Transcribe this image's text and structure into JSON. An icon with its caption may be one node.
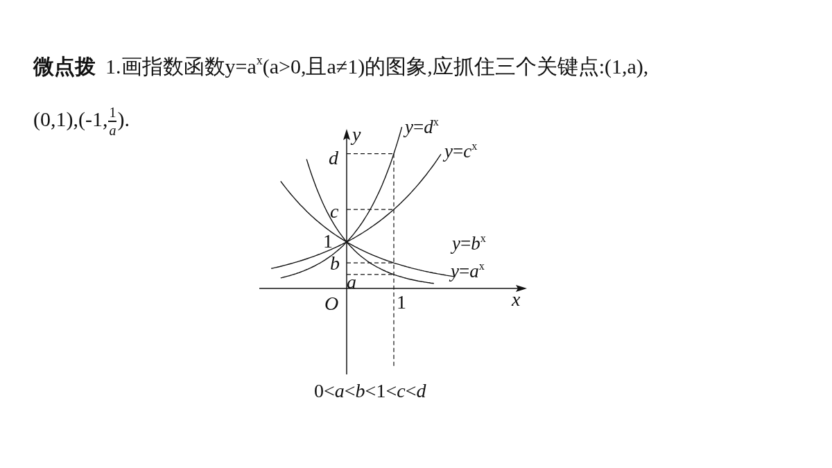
{
  "diagram": {
    "labels": [
      "微点拨",
      "1.画指数函数y=a$^{x}$(a>0,且a≠1)的图象,应抓住三个关键点:(1,a),(0,1),(-1,",
      "1",
      "*a*",
      ").",
      "*y*",
      "*d*",
      "*c*",
      "1",
      "*b*",
      "*a*",
      "*O*",
      "1",
      "*x*",
      "*y*=*d*$^{x}$",
      "*y*=*c*$^{x}$",
      "*y*=*b*$^{x}$",
      "*y*=*a*$^{x}$",
      "0<*a*<*b*<1<*c*<*d*"
    ]
  }
}
